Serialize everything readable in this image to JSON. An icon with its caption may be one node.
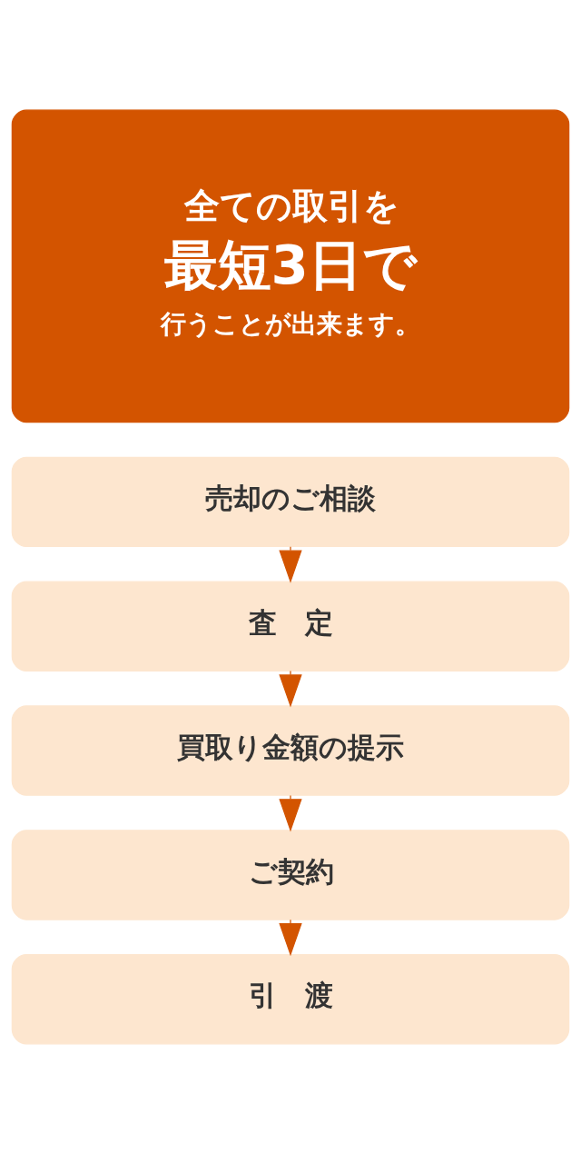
{
  "diagram": {
    "nodes": [
      {
        "text": [
          "全ての取引を",
          "最短3日で",
          "行うことが出来ます。"
        ]
      },
      {
        "text": [
          "売却のご相談"
        ]
      },
      {
        "text": [
          "査　定"
        ]
      },
      {
        "text": [
          "買取り金額の提示"
        ]
      },
      {
        "text": [
          "ご契約"
        ]
      },
      {
        "text": [
          "引　渡"
        ]
      }
    ],
    "edges": [
      {
        "from": 1,
        "to": 2,
        "arrow": "to"
      },
      {
        "from": 2,
        "to": 3,
        "arrow": "to"
      },
      {
        "from": 3,
        "to": 4,
        "arrow": "to"
      },
      {
        "from": 4,
        "to": 5,
        "arrow": "to"
      }
    ]
  }
}
